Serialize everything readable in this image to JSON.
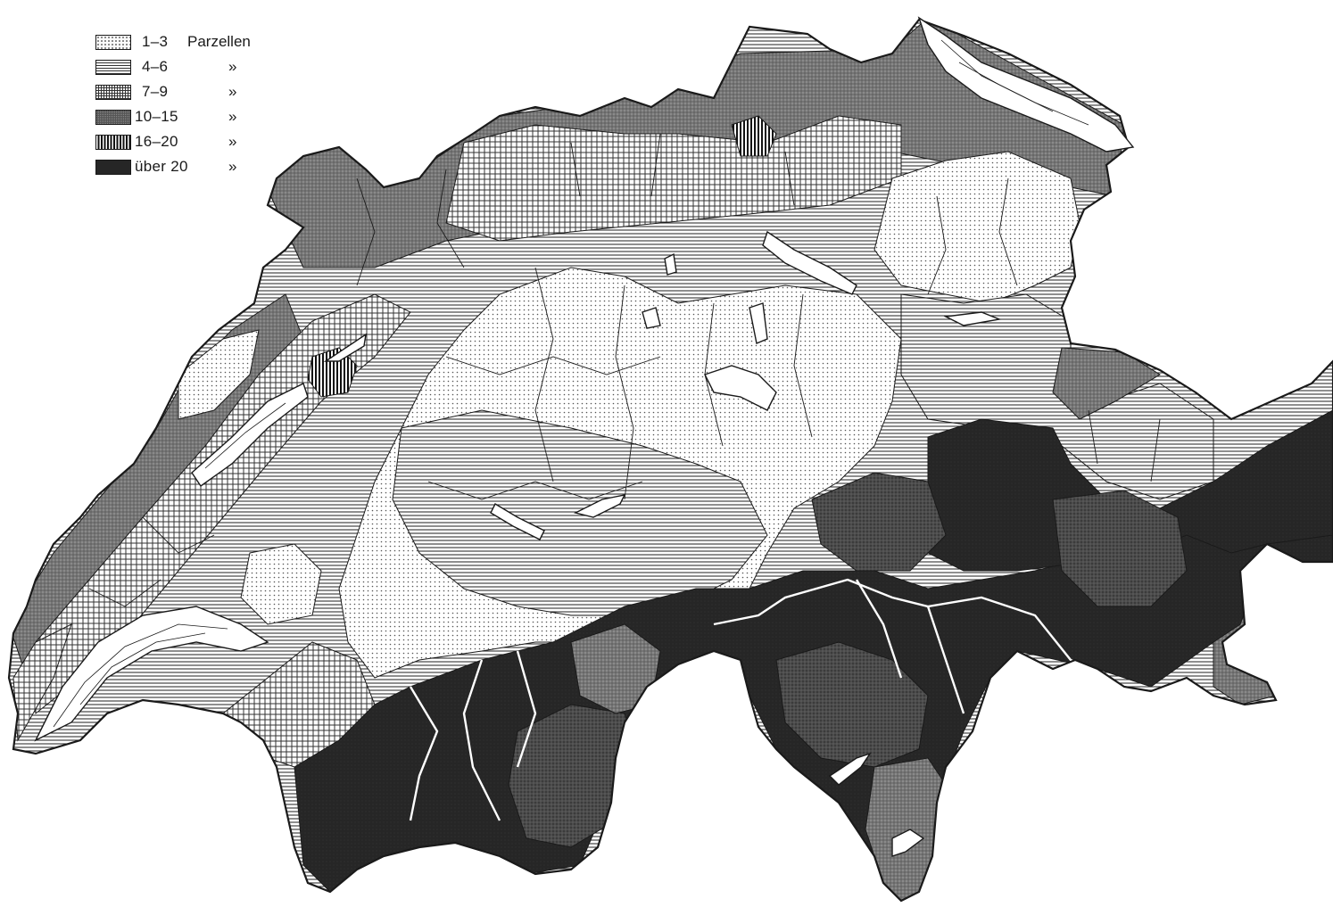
{
  "legend": {
    "unit": "Parzellen",
    "ditto": "»",
    "classes": [
      {
        "range": "1–3",
        "pattern": "dots",
        "color": "#f2f2f2"
      },
      {
        "range": "4–6",
        "pattern": "horizontal-lines",
        "color": "#e0e0e0"
      },
      {
        "range": "7–9",
        "pattern": "crosshatch",
        "color": "#bdbdbd"
      },
      {
        "range": "10–15",
        "pattern": "fine-crosshatch",
        "color": "#8c8c8c"
      },
      {
        "range": "16–20",
        "pattern": "vertical-lines",
        "color": "#5a5a5a"
      },
      {
        "range": "über 20",
        "pattern": "solid-dark",
        "color": "#2b2b2b"
      }
    ]
  },
  "colors": {
    "ink": "#1a1a1a",
    "lake": "#ffffff",
    "paper": "#ffffff"
  }
}
